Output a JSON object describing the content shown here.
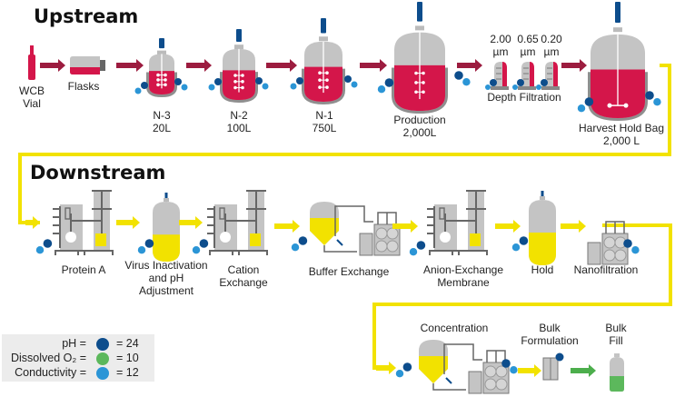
{
  "colors": {
    "upstream_media": "#d4164a",
    "upstream_arrow": "#9c1c3f",
    "downstream_media": "#f2e200",
    "downstream_arrow": "#f2e200",
    "final_arrow": "#4cae4c",
    "final_media": "#5cb85c",
    "vessel_gray": "#c4c4c4",
    "dark_gray": "#666666",
    "sensor_ph": "#0d4d8c",
    "sensor_do": "#5cb85c",
    "sensor_conductivity": "#2b95d6",
    "legend_bg": "#ececec"
  },
  "sections": {
    "upstream": "Upstream",
    "downstream": "Downstream"
  },
  "upstream_steps": [
    {
      "id": "wcb-vial",
      "label_lines": [
        "WCB",
        "Vial"
      ]
    },
    {
      "id": "flasks",
      "label_lines": [
        "Flasks"
      ]
    },
    {
      "id": "n-3",
      "label_lines": [
        "N-3",
        "20L"
      ]
    },
    {
      "id": "n-2",
      "label_lines": [
        "N-2",
        "100L"
      ]
    },
    {
      "id": "n-1",
      "label_lines": [
        "N-1",
        "750L"
      ]
    },
    {
      "id": "production",
      "label_lines": [
        "Production",
        "2,000L"
      ]
    },
    {
      "id": "depth-filtration",
      "label_lines": [
        "Depth Filtration"
      ],
      "filters": [
        {
          "size_lines": [
            "2.00",
            "µm"
          ]
        },
        {
          "size_lines": [
            "0.65",
            "µm"
          ]
        },
        {
          "size_lines": [
            "0.20",
            "µm"
          ]
        }
      ]
    },
    {
      "id": "harvest-hold-bag",
      "label_lines": [
        "Harvest Hold Bag",
        "2,000 L"
      ]
    }
  ],
  "downstream_steps": [
    {
      "id": "protein-a",
      "label_lines": [
        "Protein A"
      ]
    },
    {
      "id": "virus-inactivation",
      "label_lines": [
        "Virus Inactivation",
        "and pH",
        "Adjustment"
      ]
    },
    {
      "id": "cation-exchange",
      "label_lines": [
        "Cation",
        "Exchange"
      ]
    },
    {
      "id": "buffer-exchange",
      "label_lines": [
        "Buffer Exchange"
      ]
    },
    {
      "id": "anion-exchange",
      "label_lines": [
        "Anion-Exchange",
        "Membrane"
      ]
    },
    {
      "id": "hold",
      "label_lines": [
        "Hold"
      ]
    },
    {
      "id": "nanofiltration",
      "label_lines": [
        "Nanofiltration"
      ]
    },
    {
      "id": "concentration",
      "label_lines": [
        "Concentration"
      ]
    },
    {
      "id": "bulk-formulation",
      "label_lines": [
        "Bulk",
        "Formulation"
      ]
    },
    {
      "id": "bulk-fill",
      "label_lines": [
        "Bulk",
        "Fill"
      ]
    }
  ],
  "legend": [
    {
      "name": "pH =",
      "color_key": "sensor_ph",
      "value": "= 24"
    },
    {
      "name": "Dissolved O₂ =",
      "color_key": "sensor_do",
      "value": "= 10"
    },
    {
      "name": "Conductivity =",
      "color_key": "sensor_conductivity",
      "value": "= 12"
    }
  ]
}
